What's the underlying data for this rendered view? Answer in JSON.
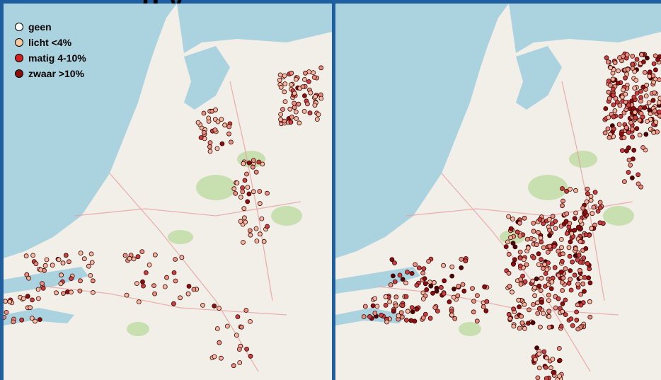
{
  "header": {
    "title_fragment": "p y"
  },
  "legend": {
    "items": [
      {
        "label": "geen",
        "color": "#ffffff"
      },
      {
        "label": "licht <4%",
        "color": "#f8c8a0"
      },
      {
        "label": "matig 4-10%",
        "color": "#d42020"
      },
      {
        "label": "zwaar >10%",
        "color": "#8a0e0e"
      }
    ]
  },
  "colors": {
    "sea": "#aad3df",
    "land": "#f2efe9",
    "forest": "#c8dfb0",
    "frame": "#1f5fa0"
  },
  "panels": [
    {
      "id": "left",
      "density": "sparse"
    },
    {
      "id": "right",
      "density": "dense"
    }
  ]
}
